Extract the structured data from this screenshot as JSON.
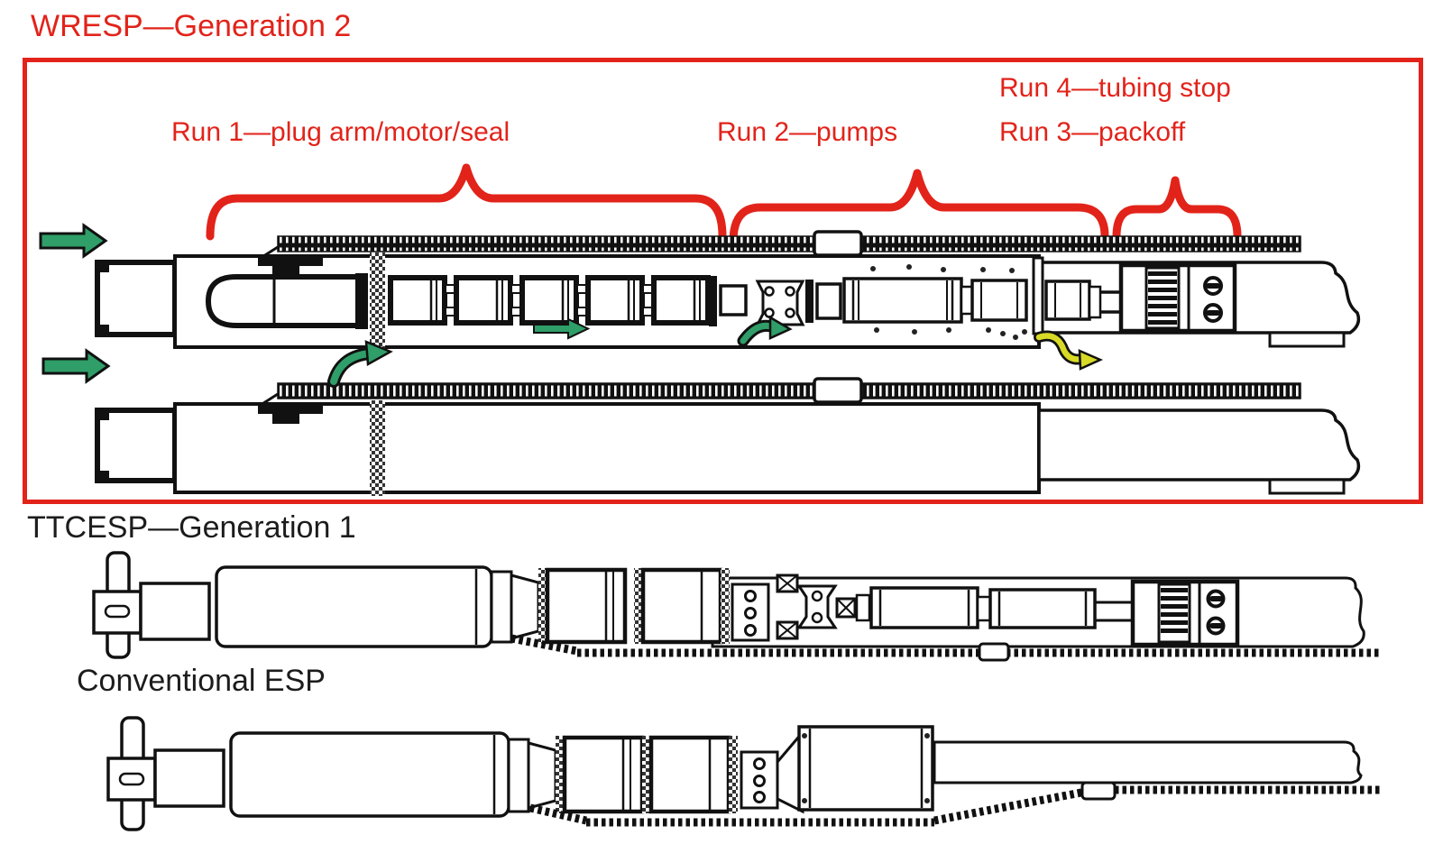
{
  "figure": {
    "type": "technical-diagram",
    "subject": "Wireline-retrievable ESP deployment generations compared with conventional ESP",
    "background": "#ffffff"
  },
  "colors": {
    "highlight_red": "#e2231a",
    "line_black": "#1a1a1a",
    "flow_green": "#2f9e68",
    "vent_yellow": "#d8da25",
    "white": "#ffffff"
  },
  "wresp": {
    "title": "WRESP—Generation 2",
    "run1_label": "Run 1—plug arm/motor/seal",
    "run2_label": "Run 2—pumps",
    "run3_label": "Run 3—packoff",
    "run4_label": "Run 4—tubing stop"
  },
  "ttcesp": {
    "title": "TTCESP—Generation 1"
  },
  "conventional": {
    "title": "Conventional ESP"
  },
  "icons": {
    "flow_arrow_green": "solid green arrow pointing right (inflow)",
    "curved_arrow_green": "green curved swoosh arrow (fluid path)",
    "curved_arrow_yellow": "yellow curved swoosh arrow (discharge)",
    "brace": "red curly brace spanning tool sections"
  }
}
